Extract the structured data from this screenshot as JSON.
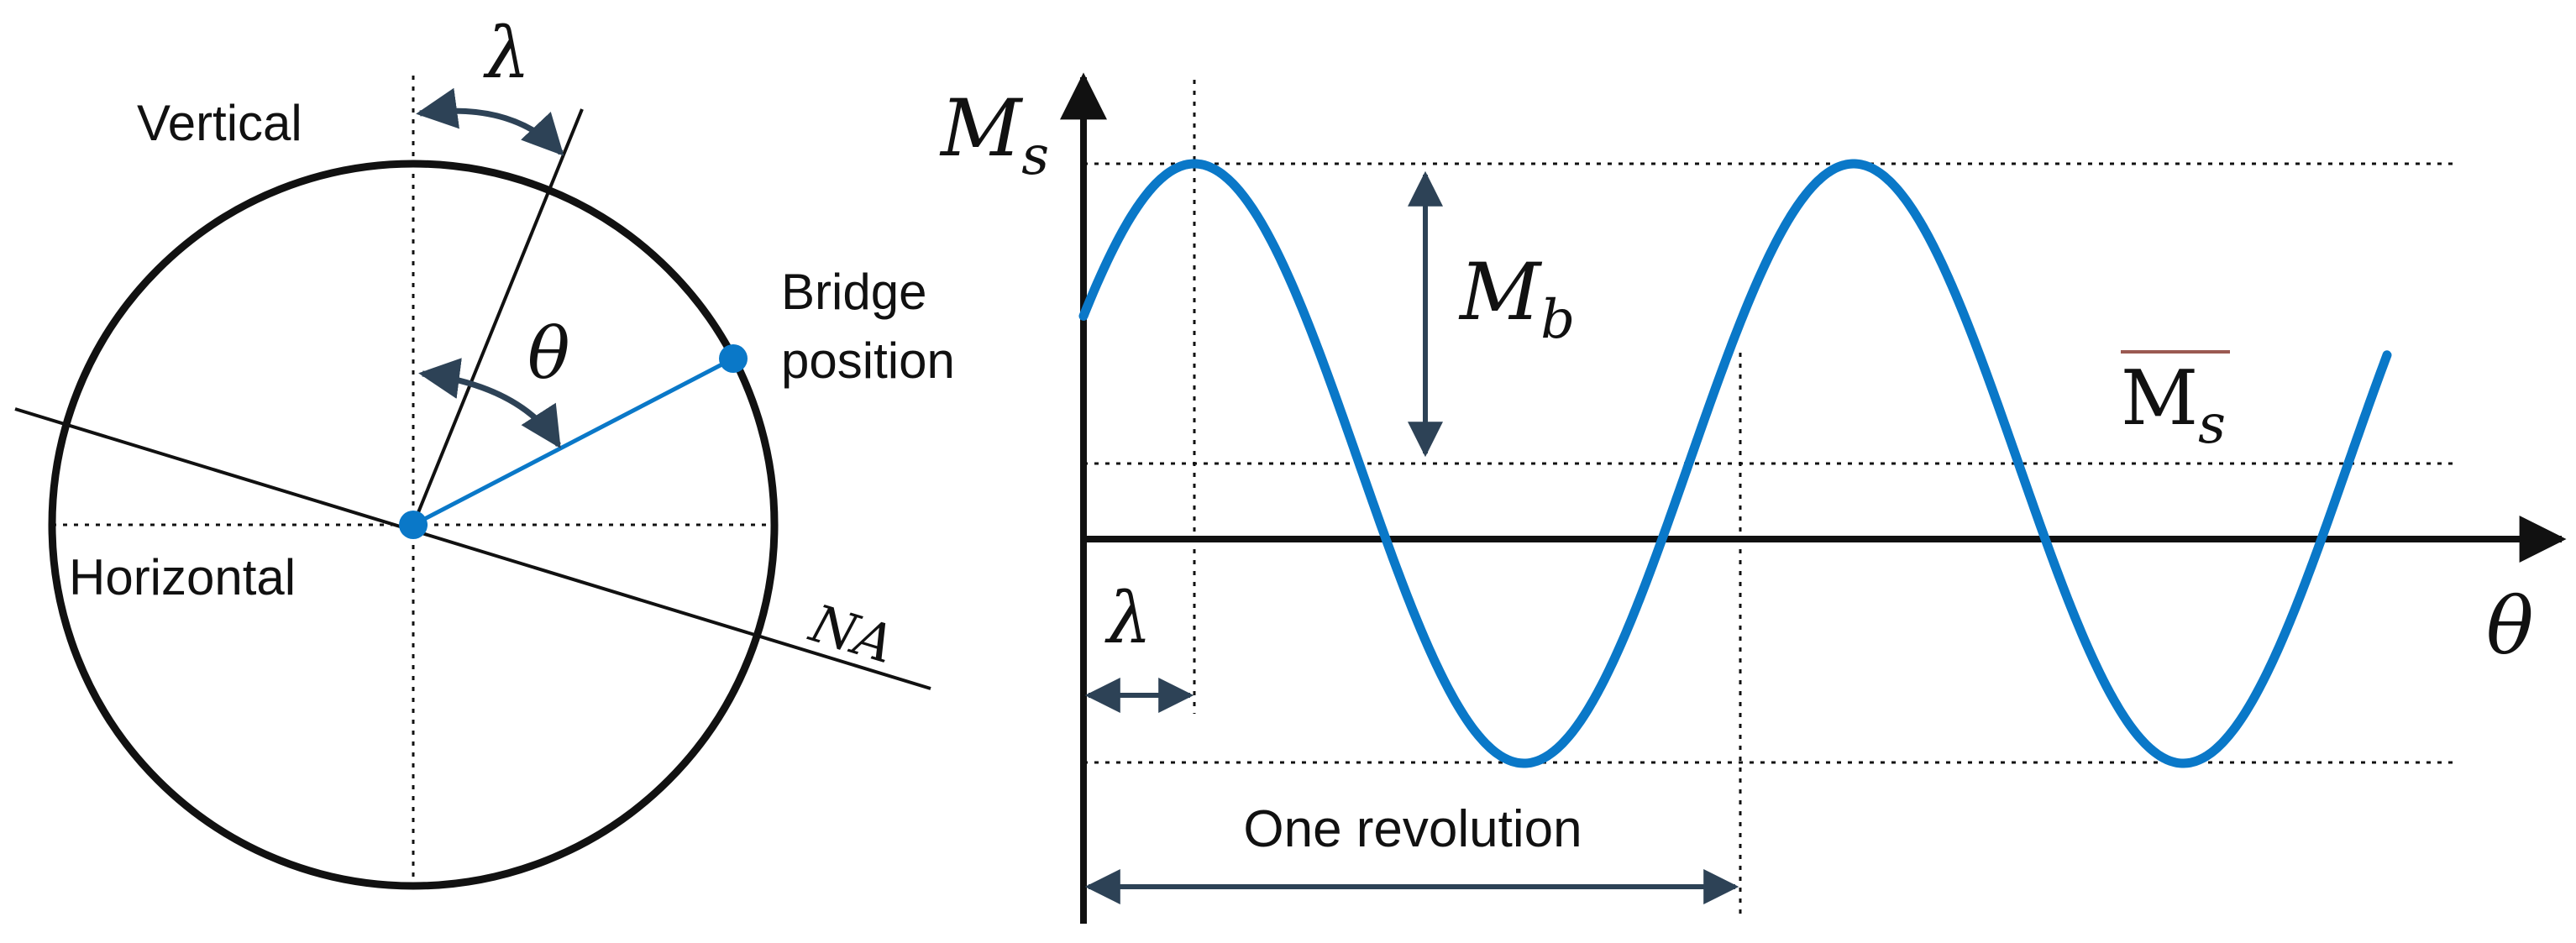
{
  "left_diagram": {
    "labels": {
      "vertical": "Vertical",
      "horizontal": "Horizontal",
      "bridge_line1": "Bridge",
      "bridge_line2": "position",
      "neutral_axis": "NA",
      "lambda": "λ",
      "theta": "θ"
    }
  },
  "right_chart": {
    "labels": {
      "y_axis_symbol_main": "M",
      "y_axis_symbol_sub": "s",
      "x_axis_symbol": "θ",
      "amplitude_main": "M",
      "amplitude_sub": "b",
      "mean_main": "M",
      "mean_sub": "s",
      "lambda": "λ",
      "one_revolution": "One revolution"
    }
  },
  "colors": {
    "curve": "#0a78c8",
    "point": "#0a78c8",
    "arrow": "#2d4256",
    "ink": "#111111",
    "mean_bar": "#9b5a52"
  }
}
